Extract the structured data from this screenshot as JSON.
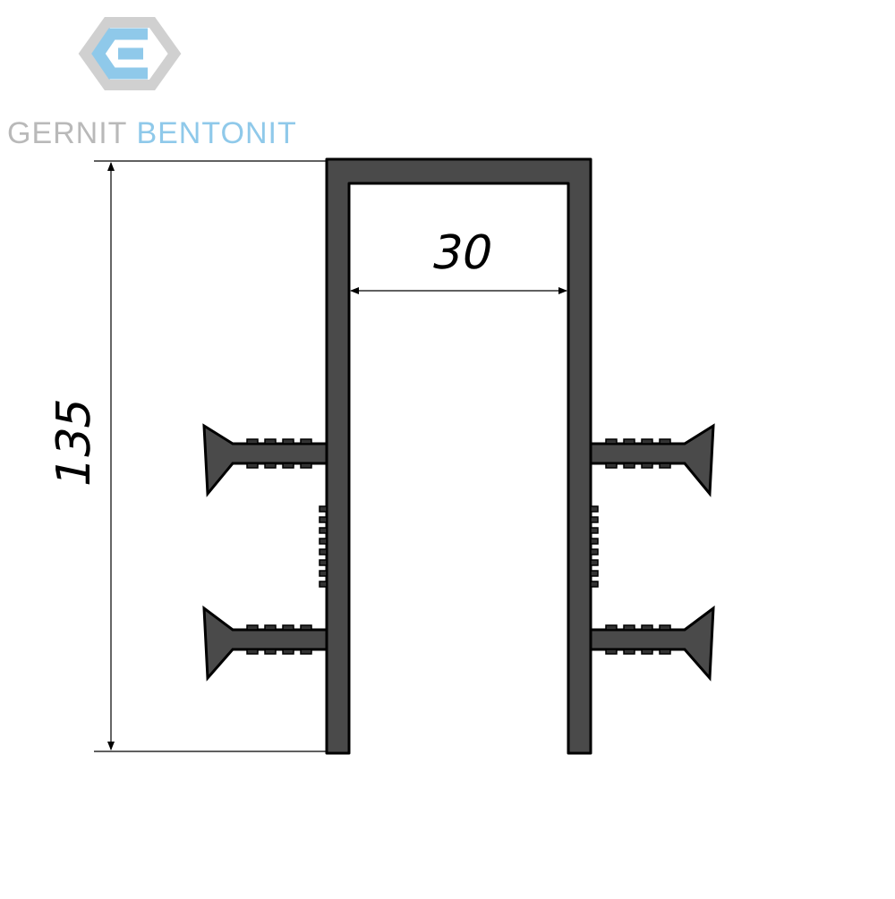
{
  "brand": {
    "word1": "GERNIT",
    "word2": "BENTONIT",
    "logo_icon": "hexagon-s-logo-icon",
    "color_gray": "#b9b9b9",
    "color_blue": "#8fc9ea"
  },
  "dimensions": {
    "height_label": "135",
    "width_label": "30"
  },
  "colors": {
    "profile_fill": "#4a4a4a",
    "line": "#000000"
  }
}
